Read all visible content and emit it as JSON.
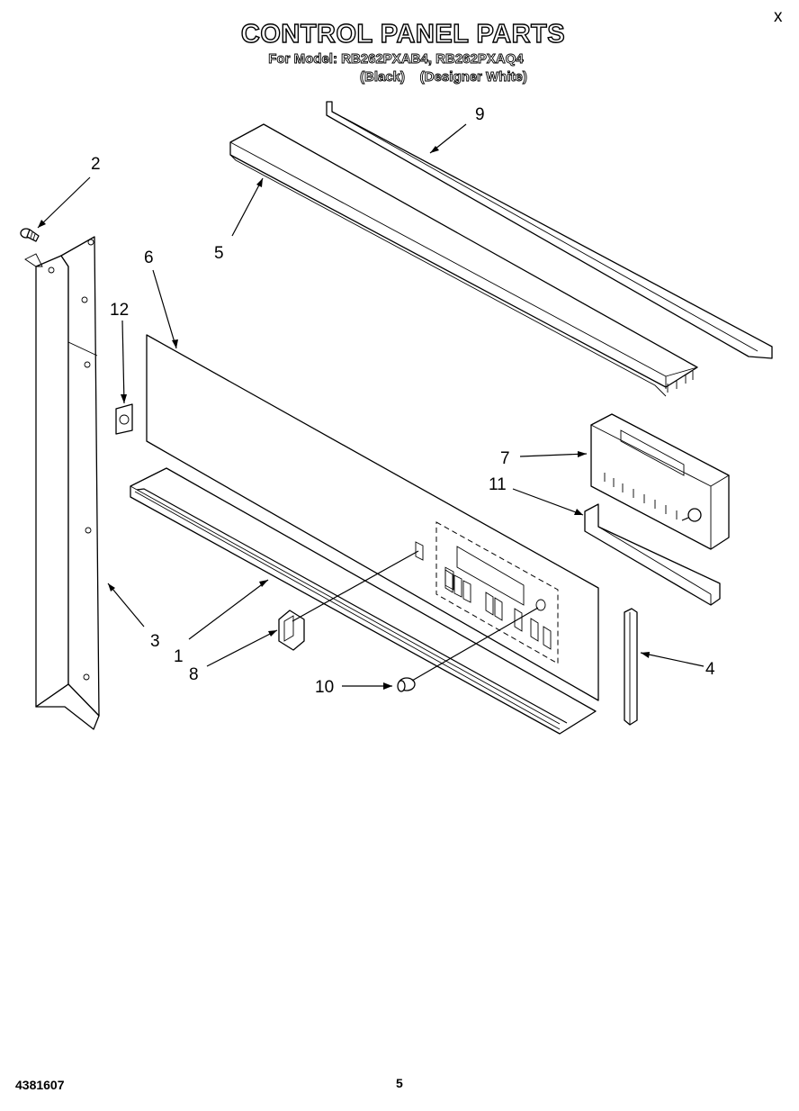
{
  "header": {
    "title": "CONTROL PANEL PARTS",
    "model_line": "For Model: RB262PXAB4, RB262PXAQ4",
    "variants_line": "(Black)    (Designer White)"
  },
  "footer": {
    "doc_number": "4381607",
    "page_number": "5"
  },
  "callouts": {
    "c1": "1",
    "c2": "2",
    "c3": "3",
    "c4": "4",
    "c5": "5",
    "c6": "6",
    "c7": "7",
    "c8": "8",
    "c9": "9",
    "c10": "10",
    "c11": "11",
    "c12": "12"
  },
  "corner_mark": "x"
}
